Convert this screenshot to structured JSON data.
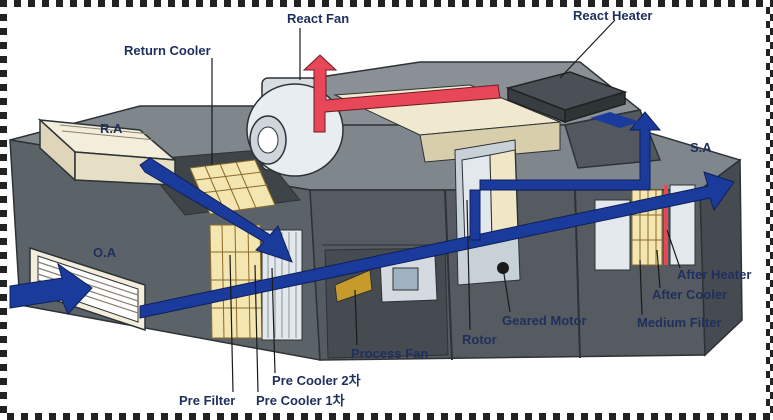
{
  "colors": {
    "housing_top": "#7f868c",
    "housing_front": "#5c6368",
    "housing_side": "#4a5055",
    "airflow_blue": "#1a3a9c",
    "react_red": "#e8475a",
    "label_text": "#1f2f5e",
    "filter_yellow": "#f3e6b0",
    "leader_line": "#1a1a1a"
  },
  "labels": {
    "react_fan": "React Fan",
    "react_heater": "React Heater",
    "return_cooler": "Return Cooler",
    "ra": "R.A",
    "sa": "S.A",
    "oa": "O.A",
    "after_heater": "After Heater",
    "after_cooler": "After Cooler",
    "medium_filter": "Medium Filter",
    "geared_motor": "Geared Motor",
    "rotor": "Rotor",
    "process_fan": "Process Fan",
    "pre_cooler_2": "Pre Cooler 2차",
    "pre_filter": "Pre Filter",
    "pre_cooler_1": "Pre Cooler 1차"
  }
}
